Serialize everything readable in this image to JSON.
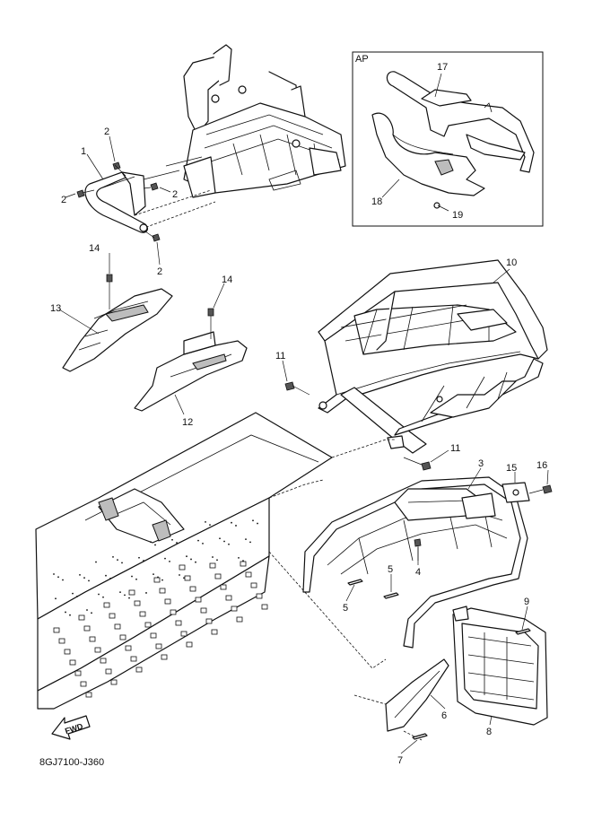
{
  "diagram": {
    "code": "8GJ7100-J360",
    "inset_label": "AP",
    "fwd_label": "FWD",
    "callouts": [
      {
        "id": "c1",
        "text": "1"
      },
      {
        "id": "c2a",
        "text": "2"
      },
      {
        "id": "c2b",
        "text": "2"
      },
      {
        "id": "c2c",
        "text": "2"
      },
      {
        "id": "c2d",
        "text": "2"
      },
      {
        "id": "c3",
        "text": "3"
      },
      {
        "id": "c4",
        "text": "4"
      },
      {
        "id": "c5a",
        "text": "5"
      },
      {
        "id": "c5b",
        "text": "5"
      },
      {
        "id": "c6",
        "text": "6"
      },
      {
        "id": "c7",
        "text": "7"
      },
      {
        "id": "c8",
        "text": "8"
      },
      {
        "id": "c9",
        "text": "9"
      },
      {
        "id": "c10",
        "text": "10"
      },
      {
        "id": "c11a",
        "text": "11"
      },
      {
        "id": "c11b",
        "text": "11"
      },
      {
        "id": "c12",
        "text": "12"
      },
      {
        "id": "c13",
        "text": "13"
      },
      {
        "id": "c14a",
        "text": "14"
      },
      {
        "id": "c14b",
        "text": "14"
      },
      {
        "id": "c15",
        "text": "15"
      },
      {
        "id": "c16",
        "text": "16"
      },
      {
        "id": "c17",
        "text": "17"
      },
      {
        "id": "c18",
        "text": "18"
      },
      {
        "id": "c19",
        "text": "19"
      }
    ]
  }
}
